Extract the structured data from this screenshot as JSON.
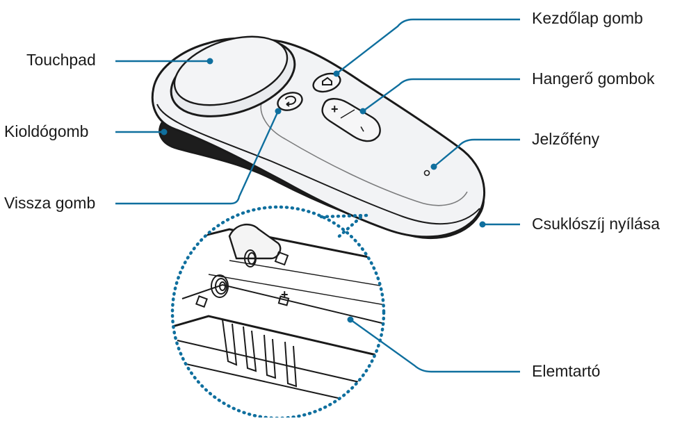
{
  "diagram": {
    "accent_color": "#0f6f9e",
    "outline_color": "#1a1a1a",
    "body_color": "#f2f3f5",
    "labels": {
      "touchpad": "Touchpad",
      "release_button": "Kioldógomb",
      "back_button": "Vissza gomb",
      "home_button": "Kezdőlap gomb",
      "volume_buttons": "Hangerő gombok",
      "indicator_light": "Jelzőfény",
      "strap_hole": "Csuklószíj nyílása",
      "battery_holder": "Elemtartó"
    },
    "glyphs": {
      "volume_up": "+",
      "volume_down": "–",
      "battery_plus": "+"
    },
    "icons": [
      "home-icon",
      "back-icon"
    ]
  }
}
